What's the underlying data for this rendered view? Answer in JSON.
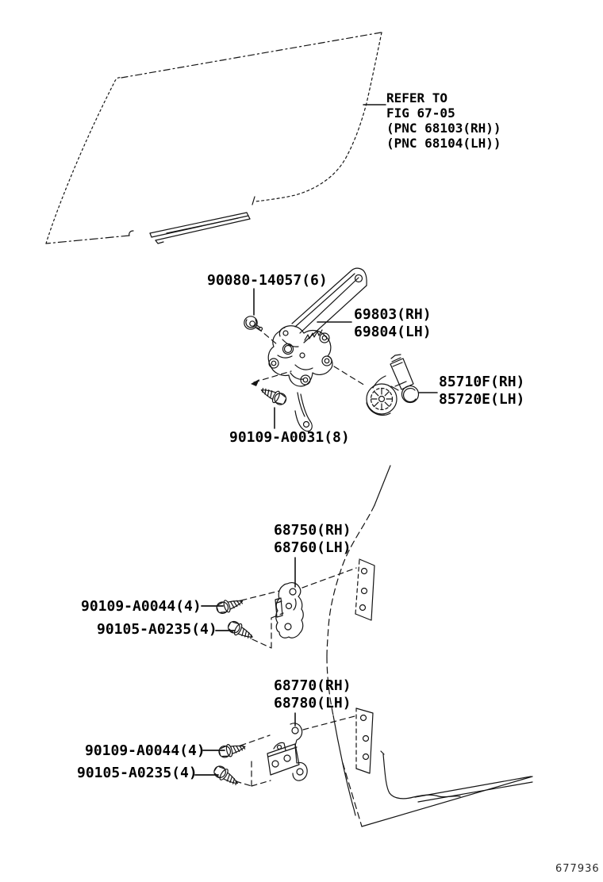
{
  "document": {
    "background": "#ffffff",
    "ink_color": "#141414",
    "figure_code": "677936"
  },
  "labels": {
    "refer_note": {
      "lines": [
        "REFER TO",
        "FIG 67-05",
        "(PNC 68103(RH))",
        "(PNC 68104(LH))"
      ]
    },
    "bolt_90080": {
      "text": "90080-14057(6)"
    },
    "regulator": {
      "line1": "69803(RH)",
      "line2": "69804(LH)"
    },
    "motor": {
      "line1": "85710F(RH)",
      "line2": "85720E(LH)"
    },
    "screw_90109_a0031": {
      "text": "90109-A0031(8)"
    },
    "check_upper": {
      "line1": "68750(RH)",
      "line2": "68760(LH)"
    },
    "bolt_90109_a0044_upper": {
      "text": "90109-A0044(4)"
    },
    "screw_90105_a0235_upper": {
      "text": "90105-A0235(4)"
    },
    "hinge_lower": {
      "line1": "68770(RH)",
      "line2": "68780(LH)"
    },
    "bolt_90109_a0044_lower": {
      "text": "90109-A0044(4)"
    },
    "screw_90105_a0235_lower": {
      "text": "90105-A0235(4)"
    }
  },
  "icons": {
    "glass": "door-glass-outline",
    "regulator": "window-regulator-drawing",
    "motor": "regulator-motor-drawing",
    "check": "door-check-drawing",
    "hinge": "door-hinge-drawing",
    "bolt": "hex-bolt-icon",
    "nut": "nut-washer-icon"
  }
}
